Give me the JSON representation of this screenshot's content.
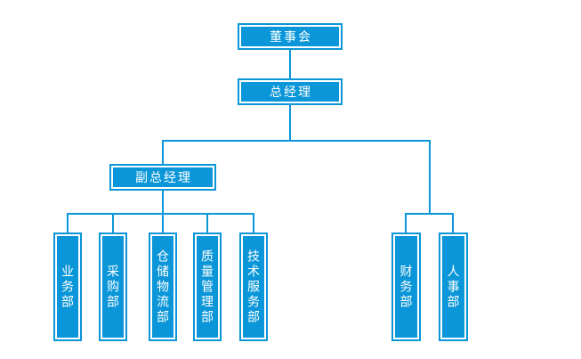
{
  "diagram": {
    "type": "org-chart",
    "colors": {
      "node_fill": "#0a96d8",
      "node_inner_ring": "#ffffff",
      "connector": "#0a96d8",
      "text": "#ffffff",
      "background": "#ffffff"
    },
    "nodes": {
      "board": "董事会",
      "general_manager": "总经理",
      "deputy_general_manager": "副总经理",
      "business_dept": "业务部",
      "purchasing_dept": "采购部",
      "warehouse_logistics_dept": "仓储物流部",
      "quality_management_dept": "质量管理部",
      "technical_service_dept": "技术服务部",
      "finance_dept": "财务部",
      "hr_dept": "人事部"
    },
    "edges": [
      [
        "董事会",
        "总经理"
      ],
      [
        "总经理",
        "副总经理"
      ],
      [
        "总经理",
        "财务部"
      ],
      [
        "总经理",
        "人事部"
      ],
      [
        "副总经理",
        "业务部"
      ],
      [
        "副总经理",
        "采购部"
      ],
      [
        "副总经理",
        "仓储物流部"
      ],
      [
        "副总经理",
        "质量管理部"
      ],
      [
        "副总经理",
        "技术服务部"
      ]
    ]
  }
}
